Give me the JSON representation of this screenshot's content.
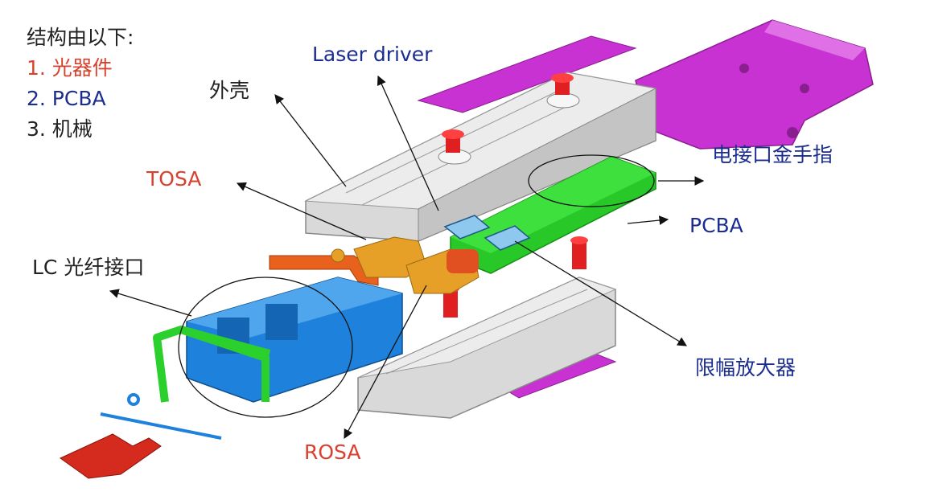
{
  "legend": {
    "title": "结构由以下:",
    "items": [
      {
        "text": "1.  光器件",
        "color": "#d9412e"
      },
      {
        "text": "2.  PCBA",
        "color": "#1b2d8f"
      },
      {
        "text": "3.  机械",
        "color": "#222222"
      }
    ]
  },
  "labels": {
    "housing": "外壳",
    "laser_driver": "Laser driver",
    "tosa": "TOSA",
    "edge_connector": "电接口金手指",
    "pcba": "PCBA",
    "lc_interface": "LC 光纤接口",
    "limiting_amplifier": "限幅放大器",
    "rosa": "ROSA"
  },
  "colors": {
    "optics": "#d9412e",
    "pcba": "#1b2d8f",
    "mechanical": "#222222",
    "housing_metal": "#d9d9d9",
    "bail_cover": "#c832d2",
    "board": "#28c828",
    "chip": "#8fc8ee",
    "receptacle": "#1e82dc",
    "osa_body": "#e6a028",
    "screw": "#e02020",
    "pull_tab": "#e8621e"
  }
}
